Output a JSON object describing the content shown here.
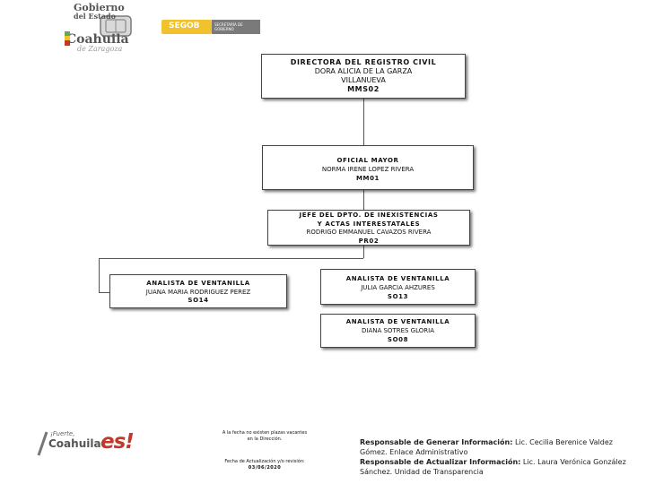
{
  "header": {
    "gov_line1": "Gobierno",
    "gov_line2": "del Estado",
    "state_name": "Coahuila",
    "state_sub": "de Zaragoza",
    "secgob": "SEGOB",
    "secgob_sub": "SECRETARÍA DE GOBIERNO",
    "colors": {
      "green": "#6aa84f",
      "yellow": "#f2c12e",
      "red": "#c0392b",
      "gray": "#6d6d6d"
    }
  },
  "org": {
    "director": {
      "title": "DIRECTORA DEL REGISTRO CIVIL",
      "name_line1": "DORA ALICIA DE LA GARZA",
      "name_line2": "VILLANUEVA",
      "code": "MMS02"
    },
    "oficial": {
      "title": "OFICIAL MAYOR",
      "name": "NORMA IRENE LOPEZ RIVERA",
      "code": "MM01"
    },
    "jefe": {
      "title_line1": "JEFE DEL DPTO. DE INEXISTENCIAS",
      "title_line2": "Y ACTAS INTERESTATALES",
      "name": "RODRIGO EMMANUEL CAVAZOS RIVERA",
      "code": "PR02"
    },
    "analista_left": {
      "title": "ANALISTA DE VENTANILLA",
      "name": "JUANA MARIA RODRIGUEZ PEREZ",
      "code": "SO14"
    },
    "analista_right1": {
      "title": "ANALISTA DE VENTANILLA",
      "name": "JULIA GARCIA AHZURES",
      "code": "SO13"
    },
    "analista_right2": {
      "title": "ANALISTA DE VENTANILLA",
      "name": "DIANA SOTRES GLORIA",
      "code": "SO08"
    }
  },
  "footer": {
    "note_line1": "A la fecha no existen plazas vacantes",
    "note_line2": "en la Dirección.",
    "update_label": "Fecha de Actualización y/o revisión:",
    "update_date": "03/06/2020",
    "logo_small": "¡Fuerte,",
    "logo_state": "Coahuila",
    "logo_es": "es!",
    "gen_label": "Responsable de Generar Información:",
    "gen_value": "Lic. Cecilia Berenice Valdez",
    "gen_value2": "Gómez. Enlace Administrativo",
    "upd_label": "Responsable de Actualizar Información:",
    "upd_value": "Lic. Laura Verónica González",
    "upd_value2": "Sánchez. Unidad de Transparencia"
  }
}
